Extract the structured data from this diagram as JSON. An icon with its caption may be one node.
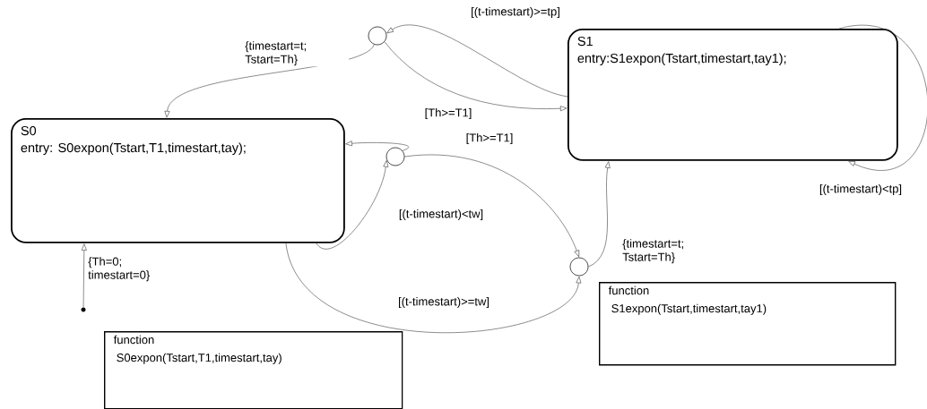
{
  "diagram": {
    "nodes": [
      {
        "text": [
          "S0",
          "entry: S0expon(Tstart,T1,timestart,tay);"
        ]
      },
      {
        "text": [
          "S1",
          "entry:S1expon(Tstart,timestart,tay1);"
        ]
      },
      {
        "text": [],
        "shape": "circle"
      },
      {
        "text": [],
        "shape": "circle"
      },
      {
        "text": [],
        "shape": "circle"
      },
      {
        "text": [
          "function",
          "S1expon(Tstart,timestart,tay1)"
        ]
      },
      {
        "text": [
          "function",
          "S0expon(Tstart,T1,timestart,tay)"
        ]
      },
      {
        "text": [],
        "shape": "dot"
      }
    ],
    "edges": [
      {
        "from": 1,
        "to": 2,
        "arrow": "to",
        "label": "[(t-timestart)>=tp]"
      },
      {
        "from": 2,
        "to": 0,
        "arrow": "to",
        "label": "{timestart=t; Tstart=Th}"
      },
      {
        "from": 2,
        "to": 1,
        "arrow": "to",
        "label": "[Th>=T1]"
      },
      {
        "from": 3,
        "to": 0,
        "arrow": "to"
      },
      {
        "from": 3,
        "to": 4,
        "arrow": "to",
        "label": "[Th>=T1]"
      },
      {
        "from": 0,
        "to": 3,
        "arrow": "to",
        "label": "[(t-timestart)<tw]"
      },
      {
        "from": 0,
        "to": 4,
        "arrow": "to",
        "label": "[(t-timestart)>=tw]"
      },
      {
        "from": 4,
        "to": 1,
        "arrow": "to",
        "label": "{timestart=t; Tstart=Th}"
      },
      {
        "from": 1,
        "to": 1,
        "arrow": "to",
        "label": "[(t-timestart)<tp]"
      },
      {
        "from": 7,
        "to": 0,
        "arrow": "to",
        "label": "{Th=0; timestart=0}"
      }
    ]
  }
}
